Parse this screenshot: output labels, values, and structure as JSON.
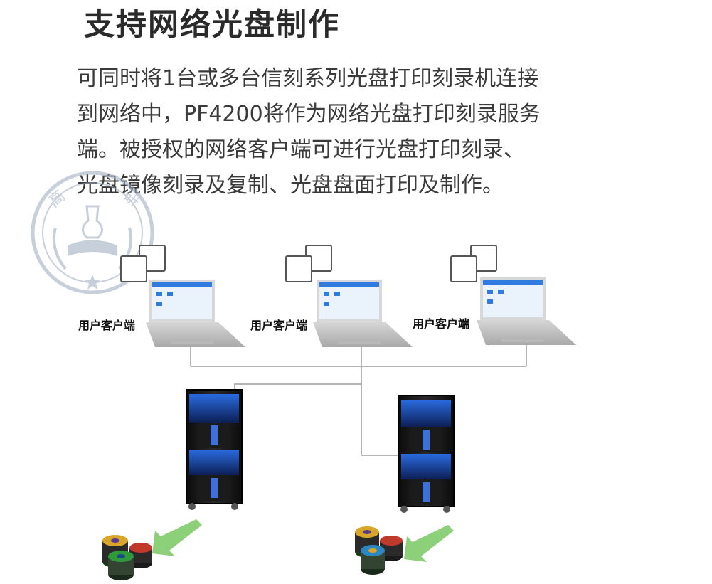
{
  "title": "支持网络光盘制作",
  "description_lines": [
    "可同时将1台或多台信刻系列光盘打印刻录机连接",
    "到网络中，PF4200将作为网络光盘打印刻录服务",
    "端。被授权的网络客户端可进行光盘打印刻录、",
    "光盘镜像刻录及复制、光盘盘面打印及制作。"
  ],
  "watermark": {
    "text_left": "高",
    "text_right": "研"
  },
  "clients": [
    {
      "label": "用户客户端"
    },
    {
      "label": "用户客户端"
    },
    {
      "label": "用户客户端"
    }
  ],
  "servers": [
    {
      "name": "server-cabinet-left"
    },
    {
      "name": "server-cabinet-right"
    }
  ],
  "colors": {
    "line": "#b5b5b5",
    "arrow": "#8dd07a",
    "cabinet": "#1a1a1a",
    "cabinet_glow": "#1e4fb8",
    "laptop_body": "#c9c9c9",
    "screen_blue": "#2f7be0",
    "watermark": "#9aa8bd"
  }
}
